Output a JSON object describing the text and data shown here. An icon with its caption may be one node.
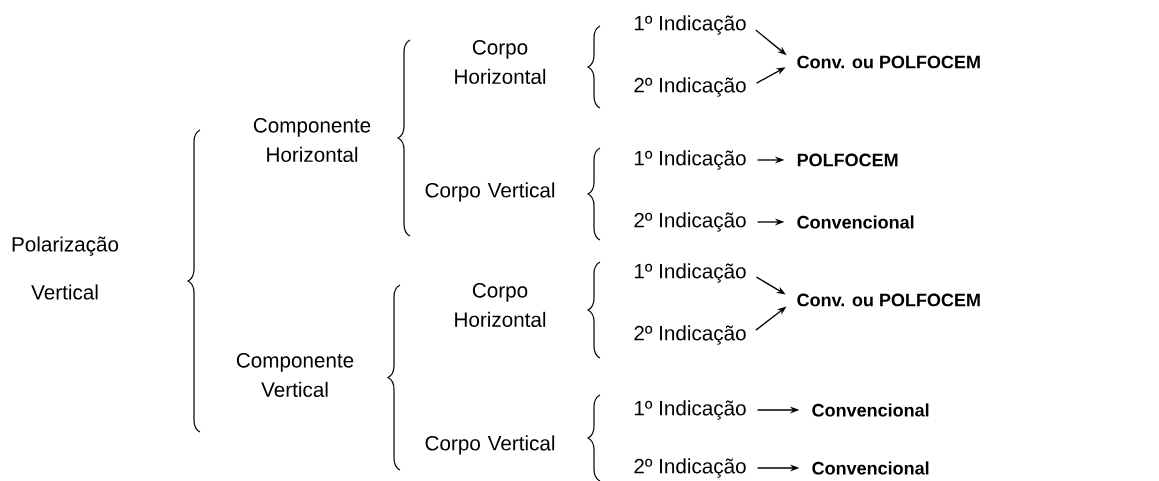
{
  "diagram": {
    "nodes": [
      {
        "text": [
          "Polarização Vertical"
        ]
      },
      {
        "text": [
          "Componente Horizontal"
        ]
      },
      {
        "text": [
          "Corpo Horizontal"
        ]
      },
      {
        "text": [
          "1º Indicação"
        ]
      },
      {
        "text": [
          "2º Indicação"
        ]
      },
      {
        "text": [
          "Conv. ou POLFOCEM"
        ]
      },
      {
        "text": [
          "Corpo Vertical"
        ]
      },
      {
        "text": [
          "1º Indicação"
        ]
      },
      {
        "text": [
          "POLFOCEM"
        ]
      },
      {
        "text": [
          "2º Indicação"
        ]
      },
      {
        "text": [
          "Convencional"
        ]
      },
      {
        "text": [
          "Componente Vertical"
        ]
      },
      {
        "text": [
          "Corpo Horizontal"
        ]
      },
      {
        "text": [
          "1º Indicação"
        ]
      },
      {
        "text": [
          "2º Indicação"
        ]
      },
      {
        "text": [
          "Conv. ou POLFOCEM"
        ]
      },
      {
        "text": [
          "Corpo Vertical"
        ]
      },
      {
        "text": [
          "1º Indicação"
        ]
      },
      {
        "text": [
          "Convencional"
        ]
      },
      {
        "text": [
          "2º Indicação"
        ]
      },
      {
        "text": [
          "Convencional"
        ]
      }
    ],
    "edges": [
      {
        "from": 3,
        "to": 5,
        "arrow": "to"
      },
      {
        "from": 4,
        "to": 5,
        "arrow": "to"
      },
      {
        "from": 7,
        "to": 8,
        "arrow": "to"
      },
      {
        "from": 9,
        "to": 10,
        "arrow": "to"
      },
      {
        "from": 13,
        "to": 15,
        "arrow": "to"
      },
      {
        "from": 14,
        "to": 15,
        "arrow": "to"
      },
      {
        "from": 17,
        "to": 18,
        "arrow": "to"
      },
      {
        "from": 19,
        "to": 20,
        "arrow": "to"
      }
    ]
  }
}
